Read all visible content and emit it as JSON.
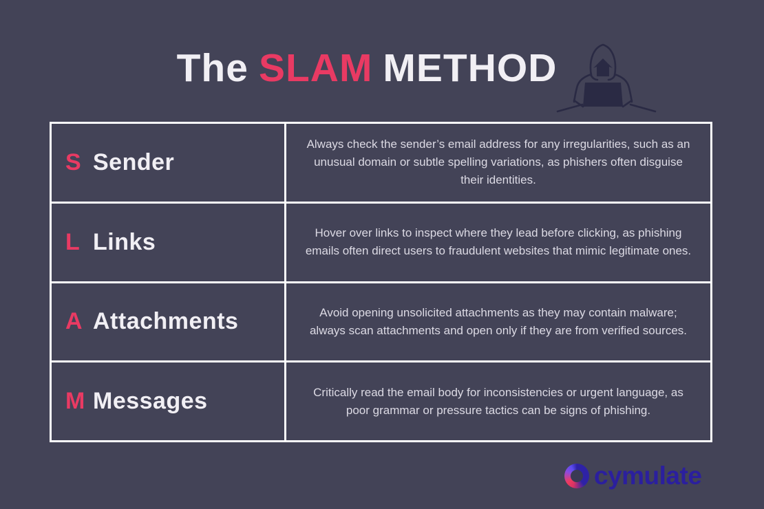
{
  "page": {
    "background_color": "#434357",
    "accent_color": "#e93a63",
    "grid_line_color": "#fdfdfd",
    "body_text_color": "#dcdae4",
    "heading_text_color": "#f1eff4"
  },
  "title": {
    "prefix": "The",
    "highlight": "SLAM",
    "suffix": "METHOD"
  },
  "table": {
    "rows": [
      {
        "letter": "S",
        "label": "Sender",
        "description": "Always check the sender’s email address for any irregularities, such as an unusual domain or subtle spelling variations, as phishers often disguise their identities."
      },
      {
        "letter": "L",
        "label": "Links",
        "description": "Hover over links to inspect where they lead before clicking, as phishing emails often direct users to fraudulent websites that mimic legitimate ones."
      },
      {
        "letter": "A",
        "label": "Attachments",
        "description": "Avoid opening unsolicited attachments as they may contain malware; always scan attachments and open only if they are from verified sources."
      },
      {
        "letter": "M",
        "label": "Messages",
        "description": "Critically read the email body for inconsistencies or urgent language, as poor grammar or pressure tactics can be signs of phishing."
      }
    ]
  },
  "footer": {
    "brand": "cymulate",
    "brand_color": "#2b1f9e"
  },
  "icons": {
    "hacker": "hooded hacker at laptop",
    "brand_mark": "gradient ring"
  }
}
